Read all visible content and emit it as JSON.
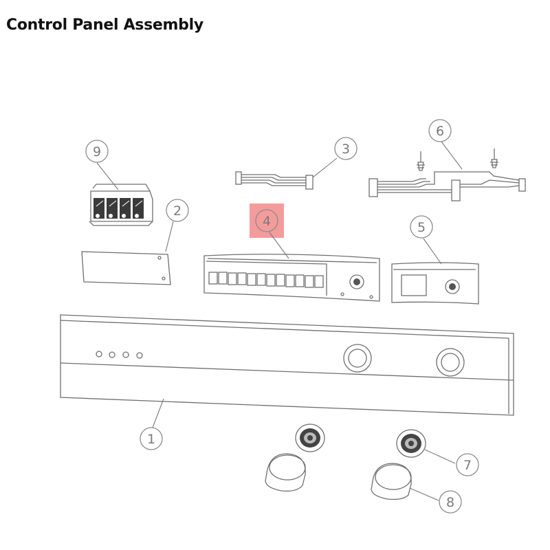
{
  "title": "Control Panel Assembly",
  "highlight_color": "#f28b8b",
  "callouts": [
    {
      "label": "1"
    },
    {
      "label": "2"
    },
    {
      "label": "3"
    },
    {
      "label": "4",
      "highlighted": true
    },
    {
      "label": "5"
    },
    {
      "label": "6"
    },
    {
      "label": "7"
    },
    {
      "label": "8"
    },
    {
      "label": "9"
    }
  ]
}
